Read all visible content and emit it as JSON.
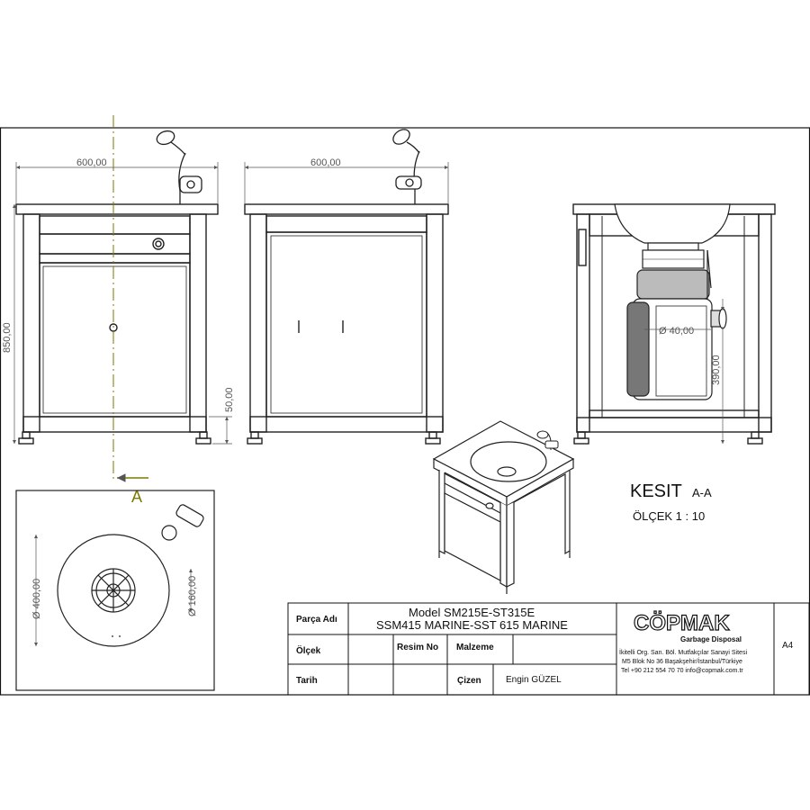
{
  "dimensions": {
    "front_width": "600,00",
    "side_width": "600,00",
    "height": "850,00",
    "foot_height": "50,00",
    "pipe_diameter": "Ø 40,00",
    "pipe_height": "390,00",
    "bowl_diameter": "Ø 400,00",
    "drain_diameter": "Ø 160,00"
  },
  "section": {
    "marker": "A",
    "title": "KESIT",
    "title_suffix": "A-A",
    "scale": "ÖLÇEK 1 : 10"
  },
  "title_block": {
    "part_name_label": "Parça Adı",
    "part_name_line1": "Model SM215E-ST315E",
    "part_name_line2": "SSM415 MARINE-SST 615 MARINE",
    "scale_label": "Ölçek",
    "drawing_no_label": "Resim No",
    "material_label": "Malzeme",
    "date_label": "Tarih",
    "drawn_by_label": "Çizen",
    "drawn_by_value": "Engin GÜZEL",
    "company_logo": "CÖPMAK",
    "company_tagline": "Garbage Disposal",
    "address_line1": "İkitelli Org. San. Böl. Mutfakçılar Sanayi Sitesi",
    "address_line2": "M5 Blok No 36 Başakşehir/İstanbul/Türkiye",
    "address_line3": "Tel +90 212 554 70 70 info@copmak.com.tr",
    "sheet_size": "A4"
  }
}
